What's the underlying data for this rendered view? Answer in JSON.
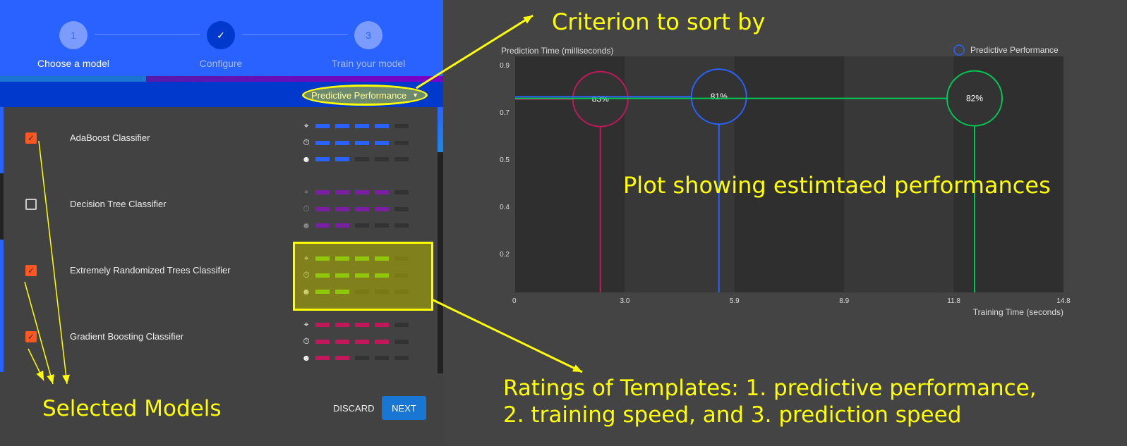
{
  "stepper": {
    "steps": [
      {
        "number": "1",
        "label": "Choose a model",
        "state": "done"
      },
      {
        "number": "✓",
        "label": "Configure",
        "state": "active"
      },
      {
        "number": "3",
        "label": "Train your model",
        "state": "pending"
      }
    ],
    "progress_percent": 33
  },
  "sort": {
    "selected": "Predictive Performance"
  },
  "models": [
    {
      "name": "AdaBoost Classifier",
      "checked": true,
      "color": "#2962ff",
      "ratings": [
        4,
        4,
        2
      ]
    },
    {
      "name": "Decision Tree Classifier",
      "checked": false,
      "color": "#7b1fa2",
      "ratings": [
        4,
        4,
        2
      ]
    },
    {
      "name": "Extremely Randomized Trees Classifier",
      "checked": true,
      "color": "#64dd17",
      "ratings": [
        4,
        4,
        2
      ]
    },
    {
      "name": "Gradient Boosting Classifier",
      "checked": true,
      "color": "#c2185b",
      "ratings": [
        4,
        4,
        2
      ]
    }
  ],
  "rating_icons": [
    "target-icon",
    "stopwatch-icon",
    "head-icon"
  ],
  "footer": {
    "discard": "DISCARD",
    "next": "NEXT"
  },
  "chart_data": {
    "type": "scatter",
    "ylabel": "Prediction Time (milliseconds)",
    "xlabel": "Training Time (seconds)",
    "legend": "Predictive Performance",
    "legend_position": "top-right",
    "x_ticks": [
      "0",
      "3.0",
      "5.9",
      "8.9",
      "11.8",
      "14.8"
    ],
    "y_ticks": [
      "0.9",
      "0.7",
      "0.5",
      "0.4",
      "0.2"
    ],
    "xlim": [
      0,
      14.8
    ],
    "points": [
      {
        "x": 2.3,
        "y": 0.755,
        "label": "83%",
        "color": "#c2185b"
      },
      {
        "x": 5.5,
        "y": 0.765,
        "label": "81%",
        "color": "#2962ff"
      },
      {
        "x": 12.4,
        "y": 0.758,
        "label": "82%",
        "color": "#00c853"
      }
    ]
  },
  "annotations": {
    "sort": "Criterion to sort by",
    "plot": "Plot showing estimtaed performances",
    "selected": "Selected Models",
    "ratings_line1": "Ratings of Templates: 1. predictive performance,",
    "ratings_line2": "2. training speed, and 3. prediction speed"
  }
}
